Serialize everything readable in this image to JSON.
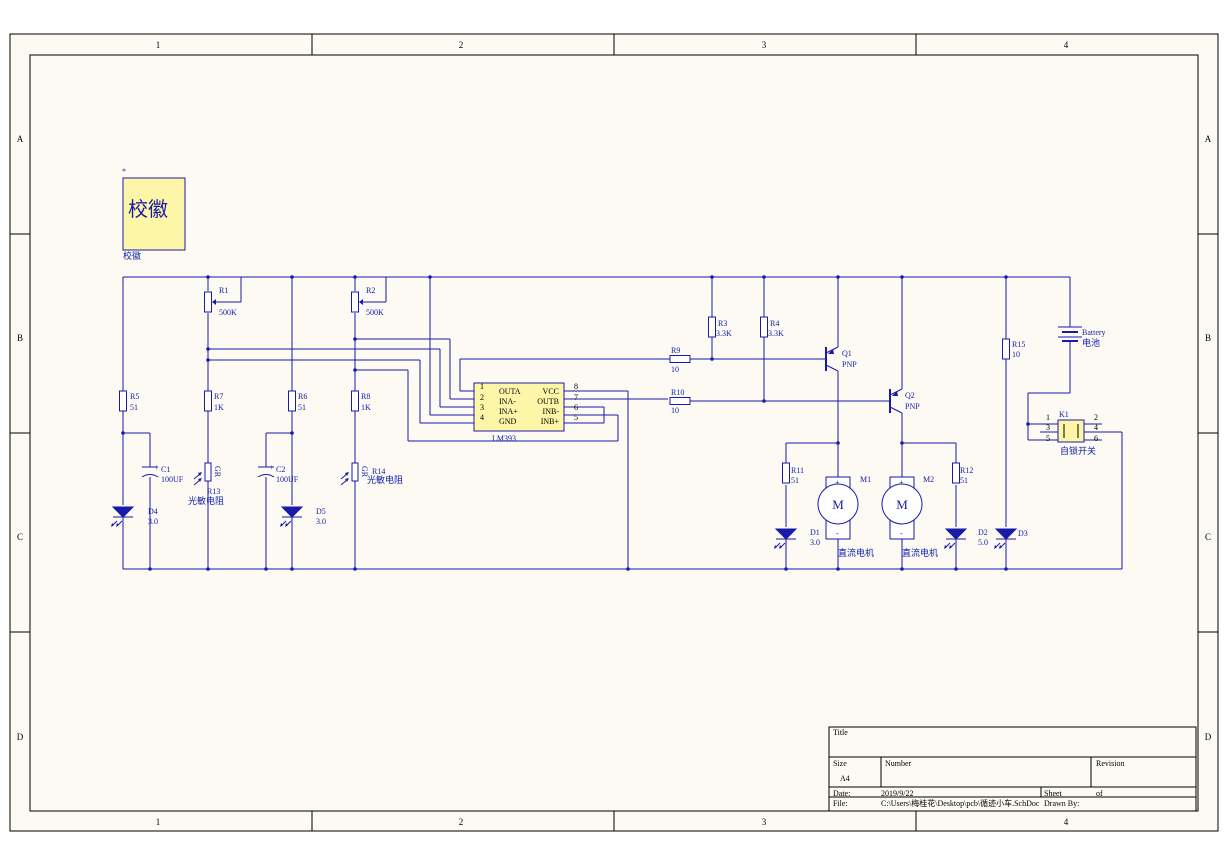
{
  "border": {
    "columns": [
      "1",
      "2",
      "3",
      "4"
    ],
    "rows": [
      "A",
      "B",
      "C",
      "D"
    ]
  },
  "logo": {
    "marker": "*",
    "text": "校徽",
    "caption": "校徽"
  },
  "components": {
    "R1": {
      "ref": "R1",
      "value": "500K"
    },
    "R2": {
      "ref": "R2",
      "value": "500K"
    },
    "R3": {
      "ref": "R3",
      "value": "3.3K"
    },
    "R4": {
      "ref": "R4",
      "value": "3.3K"
    },
    "R5": {
      "ref": "R5",
      "value": "51"
    },
    "R6": {
      "ref": "R6",
      "value": "51"
    },
    "R7": {
      "ref": "R7",
      "value": "1K"
    },
    "R8": {
      "ref": "R8",
      "value": "1K"
    },
    "R9": {
      "ref": "R9",
      "value": "10"
    },
    "R10": {
      "ref": "R10",
      "value": "10"
    },
    "R11": {
      "ref": "R11",
      "value": "51"
    },
    "R12": {
      "ref": "R12",
      "value": "51"
    },
    "R13": {
      "ref": "R13",
      "type": "GR",
      "value": "光敏电阻"
    },
    "R14": {
      "ref": "R14",
      "type": "GR",
      "value": "光敏电阻"
    },
    "R15": {
      "ref": "R15",
      "value": "10"
    },
    "C1": {
      "ref": "C1",
      "value": "100UF"
    },
    "C2": {
      "ref": "C2",
      "value": "100UF"
    },
    "D1": {
      "ref": "D1",
      "value": "3.0"
    },
    "D2": {
      "ref": "D2",
      "value": "5.0"
    },
    "D3": {
      "ref": "D3"
    },
    "D4": {
      "ref": "D4",
      "value": "3.0"
    },
    "D5": {
      "ref": "D5",
      "value": "3.0"
    },
    "Q1": {
      "ref": "Q1",
      "type": "PNP"
    },
    "Q2": {
      "ref": "Q2",
      "type": "PNP"
    },
    "M1": {
      "ref": "M1",
      "symbol": "M",
      "value": "直流电机",
      "plus": "+",
      "minus": "-"
    },
    "M2": {
      "ref": "M2",
      "symbol": "M",
      "value": "直流电机",
      "plus": "+",
      "minus": "-"
    },
    "Battery": {
      "ref": "Battery",
      "value": "电池"
    },
    "K1": {
      "ref": "K1",
      "value": "自锁开关",
      "pins": [
        "1",
        "2",
        "3",
        "4",
        "5",
        "6"
      ]
    }
  },
  "ic": {
    "name": "LM393",
    "left_pins": [
      {
        "num": "1",
        "name": "OUTA"
      },
      {
        "num": "2",
        "name": "INA-"
      },
      {
        "num": "3",
        "name": "INA+"
      },
      {
        "num": "4",
        "name": "GND"
      }
    ],
    "right_pins": [
      {
        "num": "8",
        "name": "VCC"
      },
      {
        "num": "7",
        "name": "OUTB"
      },
      {
        "num": "6",
        "name": "INB-"
      },
      {
        "num": "5",
        "name": "INB+"
      }
    ]
  },
  "title_block": {
    "title_label": "Title",
    "size_label": "Size",
    "size_value": "A4",
    "number_label": "Number",
    "revision_label": "Revision",
    "date_label": "Date:",
    "date_value": "2019/9/22",
    "file_label": "File:",
    "file_value": "C:\\Users\\梅桂花\\Desktop\\pcb\\循迹小车.SchDoc",
    "sheet_label": "Sheet",
    "of_label": "of",
    "drawn_label": "Drawn By:"
  }
}
